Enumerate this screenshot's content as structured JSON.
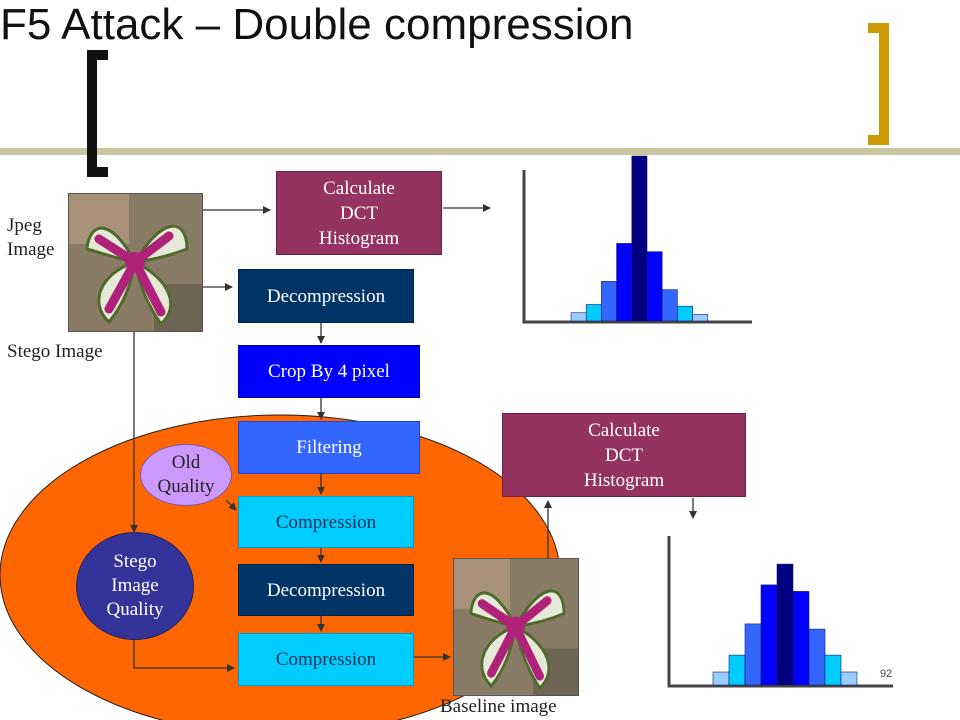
{
  "slide": {
    "title": "F5 Attack – Double compression",
    "page_number": "92"
  },
  "labels": {
    "jpeg_image": "Jpeg\nImage",
    "stego_image": "Stego Image",
    "baseline_image": "Baseline image"
  },
  "boxes": {
    "calc_dct_top": "Calculate\nDCT\nHistogram",
    "decompression_1": "Decompression",
    "crop": "Crop By 4 pixel",
    "filtering": "Filtering",
    "compression_1": "Compression",
    "decompression_2": "Decompression",
    "compression_2": "Compression",
    "calc_dct_right": "Calculate\nDCT\nHistogram"
  },
  "circles": {
    "old_quality": "Old\nQuality",
    "stego_quality": "Stego\nImage\nQuality"
  },
  "histogram_top": [
    0.05,
    0.1,
    0.24,
    0.47,
    1.0,
    0.42,
    0.19,
    0.09,
    0.04
  ],
  "histogram_bottom": [
    0.1,
    0.23,
    0.47,
    0.77,
    0.93,
    0.72,
    0.43,
    0.23,
    0.1
  ],
  "colors": {
    "maroon": "#943361",
    "navy": "#003366",
    "blue": "#0000ff",
    "mid_blue": "#3366ff",
    "cyan": "#00ccff",
    "orange": "#ff6600",
    "lavender": "#cc99ff",
    "indigo": "#333399",
    "gold": "#cc9900",
    "olive_bar": "#c8c8a0"
  }
}
